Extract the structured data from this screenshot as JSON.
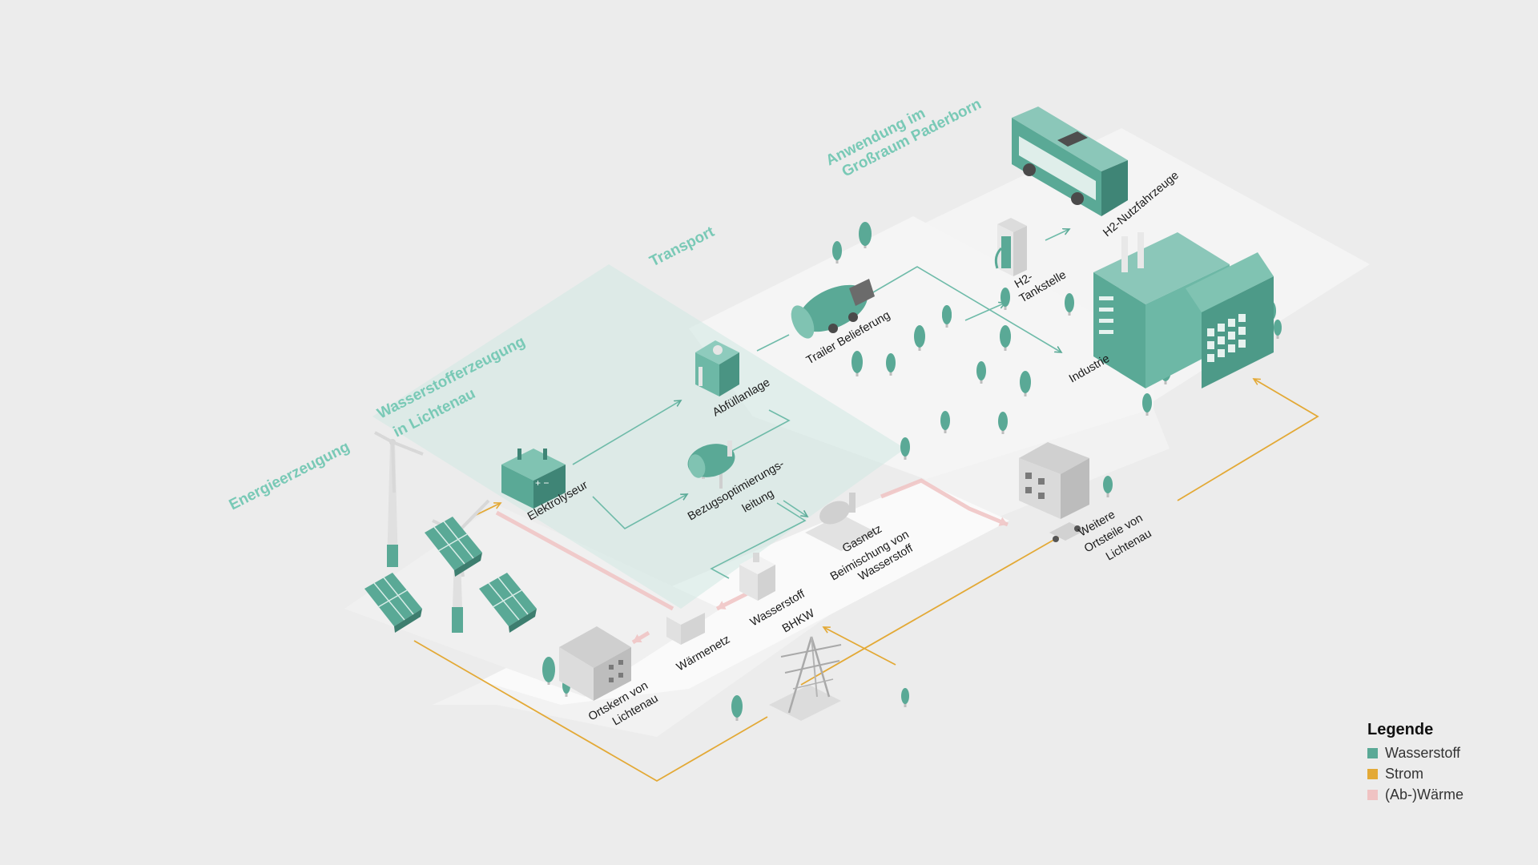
{
  "sections": {
    "energy": "Energieerzeugung",
    "h2_production_l1": "Wasserstofferzeugung",
    "h2_production_l2": "in Lichtenau",
    "transport": "Transport",
    "application_l1": "Anwendung im",
    "application_l2": "Großraum Paderborn"
  },
  "labels": {
    "electrolyzer": "Elektrolyseur",
    "filling_plant": "Abfüllanlage",
    "trailer": "Trailer Belieferung",
    "h2_station_l1": "H2-",
    "h2_station_l2": "Tankstelle",
    "commercial_vehicles": "H2-Nutzfahrzeuge",
    "industry": "Industrie",
    "procurement_l1": "Bezugsoptimierungs-",
    "procurement_l2": "leitung",
    "gas_grid_l1": "Gasnetz",
    "gas_grid_l2": "Beimischung von",
    "gas_grid_l3": "Wasserstoff",
    "chp_l1": "Wasserstoff",
    "chp_l2": "BHKW",
    "heat_grid": "Wärmenetz",
    "village_core_l1": "Ortskern von",
    "village_core_l2": "Lichtenau",
    "other_districts_l1": "Weitere",
    "other_districts_l2": "Ortsteile von",
    "other_districts_l3": "Lichtenau"
  },
  "legend": {
    "title": "Legende",
    "items": [
      {
        "label": "Wasserstoff",
        "color": "#5aa996"
      },
      {
        "label": "Strom",
        "color": "#e3a936"
      },
      {
        "label": "(Ab-)Wärme",
        "color": "#f0c3c3"
      }
    ]
  },
  "colors": {
    "background": "#ececec",
    "hydrogen": "#5aa996",
    "power": "#e3a936",
    "heat": "#f0c3c3",
    "section_text": "#79c9b6"
  }
}
